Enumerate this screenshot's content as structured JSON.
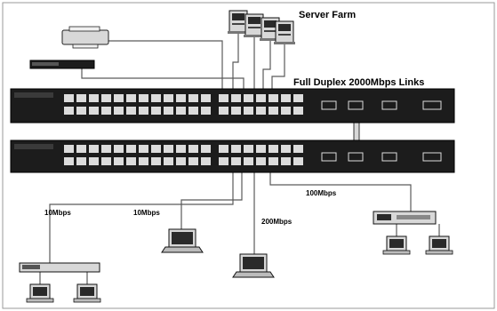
{
  "diagram": {
    "labels": {
      "server_farm": "Server Farm",
      "full_duplex": "Full Duplex 2000Mbps Links",
      "printer": "",
      "hub_top": "",
      "link_10_left": "10Mbps",
      "link_10_mid": "10Mbps",
      "link_200": "200Mbps",
      "link_100": "100Mbps",
      "caption_100_uplink": "",
      "caption_hub_left": "",
      "caption_laptop_10": "",
      "caption_laptop_200": "",
      "caption_workgroup": ""
    },
    "colors": {
      "switch_body": "#1c1c1c",
      "switch_border": "#000000",
      "port_fill": "#dcdcdc",
      "link_line": "#5a5a5a",
      "device_fill": "#d8d8d8",
      "frame": "#9a9a9a"
    },
    "icons": {
      "server": "server-tower-icon",
      "printer": "printer-icon",
      "hub": "hub-icon",
      "laptop": "laptop-icon",
      "workstation": "workstation-icon",
      "switch": "network-switch-icon"
    }
  }
}
